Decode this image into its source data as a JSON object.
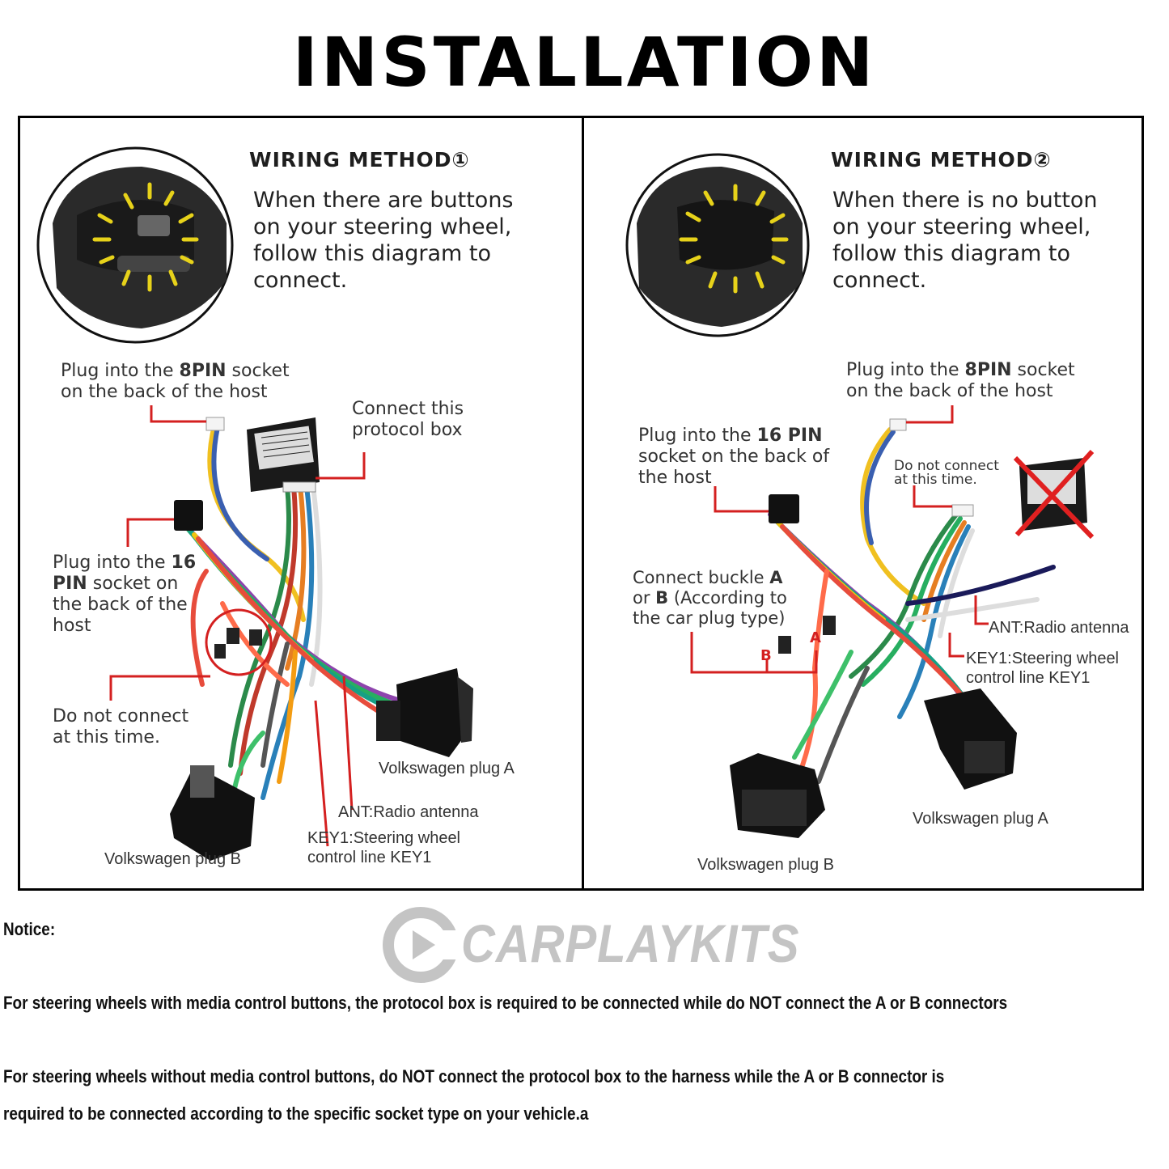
{
  "title": "INSTALLATION",
  "method1": {
    "title": "WIRING METHOD①",
    "desc": "When there are buttons on your steering wheel, follow this diagram to connect.",
    "label_8pin_a": "Plug into the ",
    "label_8pin_b": "8PIN",
    "label_8pin_c": " socket",
    "label_8pin_d": "on the back of the host",
    "label_protocol": "Connect this protocol box",
    "label_16pin_a": "Plug into the ",
    "label_16pin_b": "16",
    "label_16pin_c": "PIN",
    "label_16pin_d": " socket  on the back of the host",
    "label_donot": "Do not connect at this time.",
    "label_plug_a": "Volkswagen plug A",
    "label_plug_b": "Volkswagen plug B",
    "label_ant": "ANT:Radio antenna",
    "label_key1_a": "KEY1:Steering wheel",
    "label_key1_b": "control line KEY1"
  },
  "method2": {
    "title": "WIRING METHOD②",
    "desc": "When there is no button on your steering wheel, follow this diagram to connect.",
    "label_8pin_a": "Plug into the ",
    "label_8pin_b": "8PIN",
    "label_8pin_c": " socket",
    "label_8pin_d": "on the back of the host",
    "label_16pin_a": "Plug into the ",
    "label_16pin_b": "16 PIN",
    "label_16pin_c": "socket on the back of the host",
    "label_donot": "Do not connect at this time.",
    "label_buckle_a": "Connect buckle ",
    "label_buckle_b": "A",
    "label_buckle_c": "or ",
    "label_buckle_d": "B",
    "label_buckle_e": " (According to the car plug type)",
    "marker_a": "A",
    "marker_b": "B",
    "label_ant": "ANT:Radio antenna",
    "label_key1_a": "KEY1:Steering wheel",
    "label_key1_b": "control line KEY1",
    "label_plug_a": "Volkswagen plug A",
    "label_plug_b": "Volkswagen plug B"
  },
  "notice": {
    "heading": "Notice:",
    "line1": "For steering wheels with media control buttons, the protocol box is required to be connected while do NOT connect the A or B connectors",
    "line2": "For steering wheels without media control buttons, do NOT connect the protocol box to the harness while the A or B connector is",
    "line3": "required to be connected according to the specific socket type on your vehicle.a"
  },
  "watermark": "CARPLAYKITS",
  "colors": {
    "annotation_red": "#d42020",
    "flash_yellow": "#e7d21a",
    "cross_red": "#e02020",
    "watermark_gray": "#c4c4c4"
  }
}
